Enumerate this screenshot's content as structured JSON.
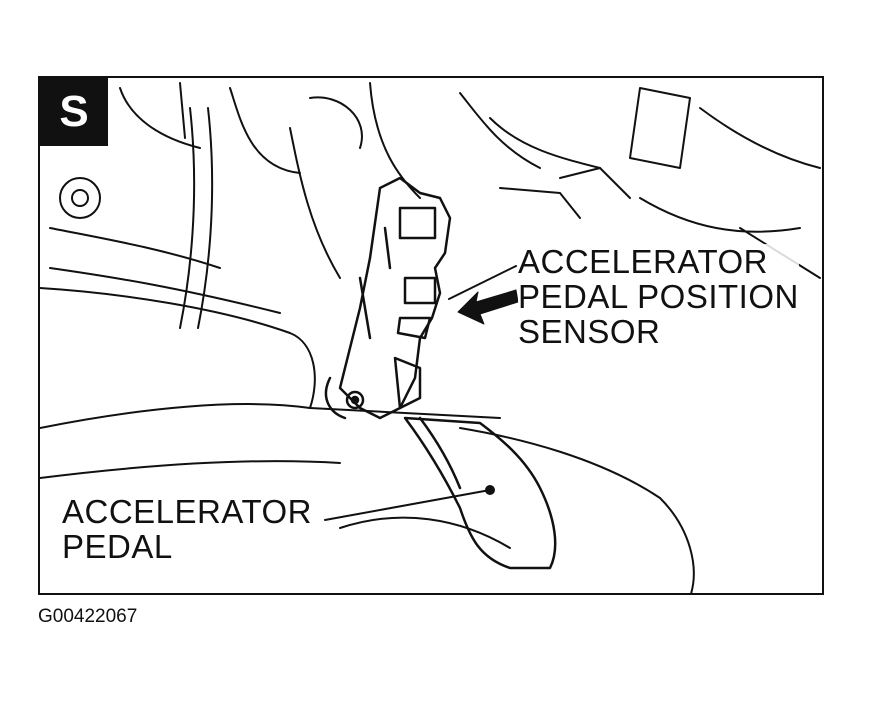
{
  "section_letter": "S",
  "labels": {
    "sensor": [
      "ACCELERATOR",
      "PEDAL POSITION",
      "SENSOR"
    ],
    "pedal": [
      "ACCELERATOR",
      "PEDAL"
    ]
  },
  "figure_id": "G00422067"
}
